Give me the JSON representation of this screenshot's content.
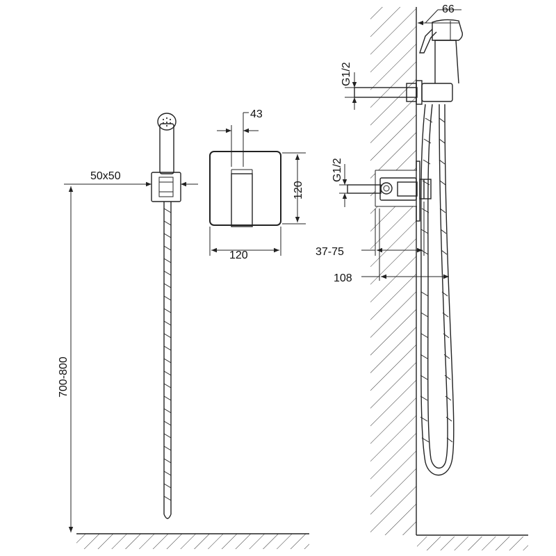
{
  "dimensions": {
    "holder_size": "50x50",
    "hose_length": "700-800",
    "lever_offset": "43",
    "plate_width": "120",
    "plate_height": "120",
    "head_length": "66",
    "thread_top": "G1/2",
    "thread_bottom": "G1/2",
    "install_depth": "37-75",
    "total_depth": "108"
  },
  "colors": {
    "line": "#222222",
    "background": "#ffffff"
  }
}
